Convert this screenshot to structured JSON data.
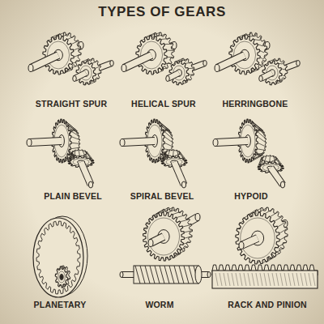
{
  "diagram": {
    "title": "TYPES OF GEARS",
    "labels": [
      "STRAIGHT SPUR",
      "HELICAL SPUR",
      "HERRINGBONE",
      "PLAIN BEVEL",
      "SPIRAL BEVEL",
      "HYPOID",
      "PLANETARY",
      "WORM",
      "RACK AND PINION"
    ]
  }
}
